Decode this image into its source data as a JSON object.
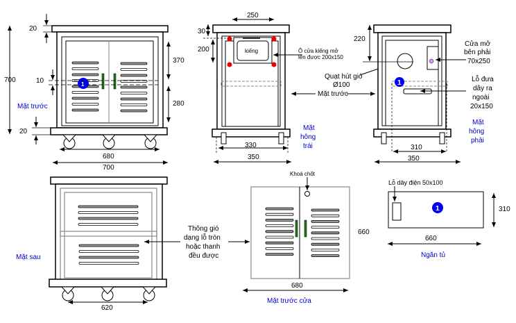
{
  "title": "Cabinet technical drawing",
  "colors": {
    "line": "#000000",
    "vent": "#888888",
    "handle": "#1a7a1a",
    "badge": "#0000ee",
    "bolt": "#ee0000",
    "knob": "#cc99ff",
    "label_blue": "#0000cc"
  },
  "front": {
    "label": "Mặt trước",
    "dim_total_height": "700",
    "dim_top": "20",
    "dim_bottom": "20",
    "dim_gap": "10",
    "dim_upper": "370",
    "dim_lower": "280",
    "dim_inner_width": "680",
    "dim_total_width": "700",
    "badge": "1"
  },
  "left": {
    "label_line1": "Mặt",
    "label_line2": "hông",
    "label_line3": "trái",
    "dim_window_width": "250",
    "dim_top": "30",
    "dim_window_offset": "200",
    "window_label": "kiếng",
    "window_note_line1": "Ô cửa kiếng mở",
    "window_note_line2": "lên được 200x150",
    "dim_inner_width": "330",
    "dim_total_width": "350"
  },
  "right": {
    "label_line1": "Mặt",
    "label_line2": "hông",
    "label_line3": "phải",
    "dim_fan_offset": "220",
    "fan_note_line1": "Quạt hút gió",
    "fan_note_line2": "Ø100",
    "front_note": "Mặt trước",
    "door_note_line1": "Cửa mở",
    "door_note_line2": "bên phải",
    "door_note_line3": "70x250",
    "cable_note_line1": "Lỗ đưa",
    "cable_note_line2": "dây ra",
    "cable_note_line3": "ngoài",
    "cable_note_line4": "20x150",
    "dim_inner_width": "310",
    "dim_total_width": "350",
    "badge": "1"
  },
  "back": {
    "label": "Mặt sau",
    "vent_note_line1": "Thông gió",
    "vent_note_line2": "dạng lỗ tròn",
    "vent_note_line3": "hoặc thanh",
    "vent_note_line4": "đều được",
    "dim_caster_span": "620"
  },
  "door": {
    "label": "Mặt trước cửa",
    "lock_note": "Khoá chốt",
    "dim_width": "680",
    "dim_height": "660"
  },
  "drawer": {
    "label": "Ngăn tủ",
    "hole_note": "Lỗ dây điện 50x100",
    "dim_width": "660",
    "dim_height": "310",
    "badge": "1"
  }
}
